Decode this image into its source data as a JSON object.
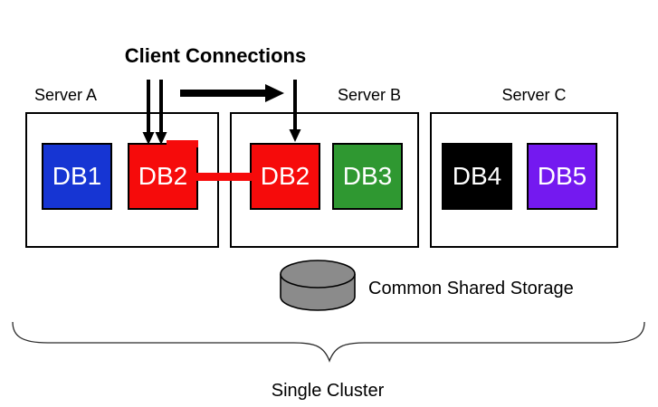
{
  "title": "Client Connections",
  "servers": [
    {
      "label": "Server A",
      "dbs": [
        {
          "label": "DB1",
          "color": "#1635d3"
        },
        {
          "label": "DB2",
          "color": "#f60b0b"
        }
      ]
    },
    {
      "label": "Server B",
      "dbs": [
        {
          "label": "DB2",
          "color": "#f60b0b"
        },
        {
          "label": "DB3",
          "color": "#2f9831"
        }
      ]
    },
    {
      "label": "Server C",
      "dbs": [
        {
          "label": "DB4",
          "color": "#000000"
        },
        {
          "label": "DB5",
          "color": "#7419f0"
        }
      ]
    }
  ],
  "connector": {
    "color": "#f60b0b"
  },
  "storage": {
    "label": "Common Shared Storage",
    "color": "#8b8b8b"
  },
  "cluster": {
    "label": "Single Cluster"
  },
  "arrow_color": "#000000"
}
